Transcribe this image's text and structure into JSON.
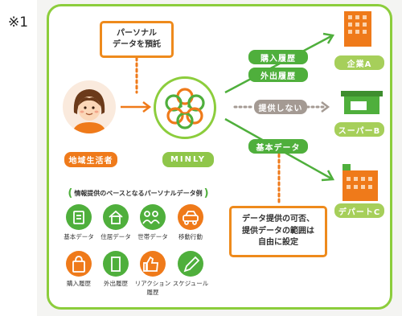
{
  "note_mark": "※1",
  "consign_box": {
    "line1": "パーソナル",
    "line2": "データを預託"
  },
  "resident_label": "地域生活者",
  "minly_label": "MINLY",
  "tags": {
    "purchase_history": "購入履歴",
    "outing_history": "外出履歴",
    "not_provided": "提供しない",
    "basic_data": "基本データ"
  },
  "destinations": {
    "company_a": "企業A",
    "supermarket_b": "スーパーB",
    "department_c": "デパートC"
  },
  "settings_box": {
    "line1": "データ提供の可否、",
    "line2": "提供データの範囲は",
    "line3": "自由に設定"
  },
  "examples_title": "情報提供のベースとなるパーソナルデータ例",
  "data_examples": [
    {
      "label": "基本データ",
      "icon": "document-icon",
      "color": "#4faf3c"
    },
    {
      "label": "住居データ",
      "icon": "house-icon",
      "color": "#4faf3c"
    },
    {
      "label": "世帯データ",
      "icon": "family-icon",
      "color": "#4faf3c"
    },
    {
      "label": "移動行動",
      "icon": "car-icon",
      "color": "#ef7a1a"
    },
    {
      "label": "購入履歴",
      "icon": "shopping-bag-icon",
      "color": "#ef7a1a"
    },
    {
      "label": "外出履歴",
      "icon": "door-icon",
      "color": "#4faf3c"
    },
    {
      "label": "リアクション\n履歴",
      "icon": "thumbs-up-icon",
      "color": "#ef7a1a"
    },
    {
      "label": "スケジュール",
      "icon": "pencil-icon",
      "color": "#4faf3c"
    }
  ],
  "colors": {
    "green": "#4faf3c",
    "orange": "#ef7a1a",
    "gray": "#a49a93",
    "frame": "#8ccd3c"
  }
}
